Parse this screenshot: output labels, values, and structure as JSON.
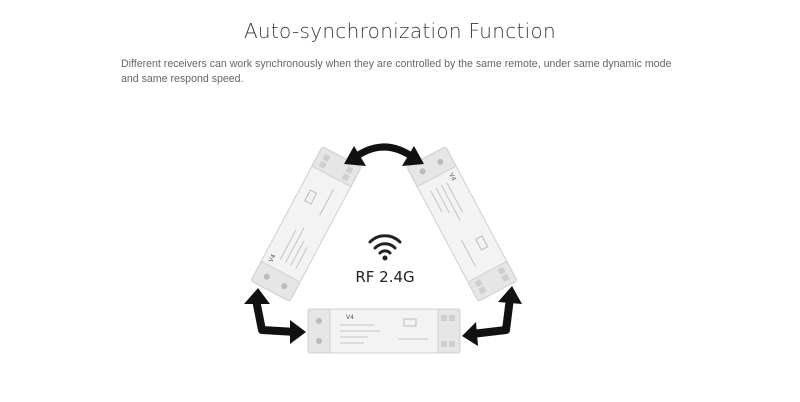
{
  "header": {
    "title": "Auto-synchronization Function",
    "description": "Different receivers can work synchronously when they are controlled by the same remote, under same dynamic mode and same respond speed."
  },
  "diagram": {
    "signal_label": "RF 2.4G",
    "device_label": "V4",
    "icons": [
      "wifi-icon",
      "double-arrow-icon",
      "corner-arrow-icon"
    ],
    "colors": {
      "device_body": "#f2f2f2",
      "arrow": "#111111",
      "text": "#3a3a3a"
    }
  }
}
